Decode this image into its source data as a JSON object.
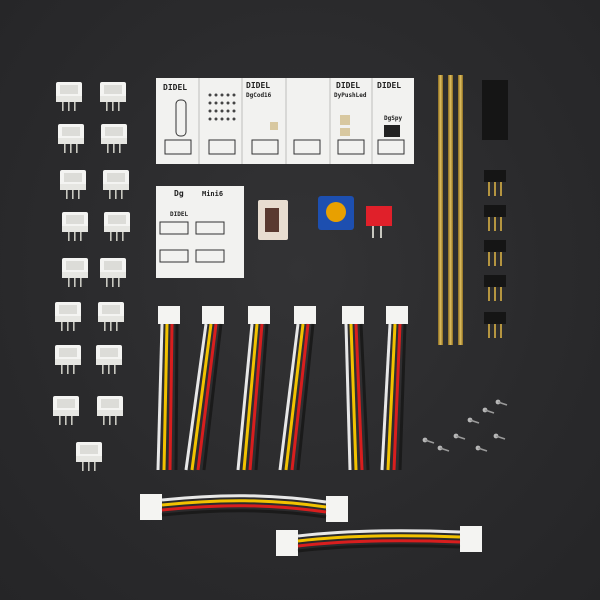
{
  "photo": {
    "background_color": "#2b2b2d",
    "board_labels": {
      "b1": "DIDEL",
      "b3": "DIDEL",
      "b3_sub": "DgCod16",
      "b5": "DIDEL",
      "b5_sub": "DyPushLed",
      "b6": "DIDEL",
      "b6_sub": "DgSpy",
      "square_a": "Dg",
      "square_b": "Mini6",
      "square_side": "DIDEL",
      "square_small": "DIDEL"
    },
    "wire_colors": [
      "#e8e8e8",
      "#f2c200",
      "#d81e1e",
      "#1a1a1a"
    ],
    "icons": [
      "jst-connector-icon",
      "pcb-board-icon",
      "wire-harness-icon",
      "pin-header-icon",
      "screw-icon",
      "slide-switch-icon",
      "rotary-encoder-icon",
      "dip-switch-icon"
    ]
  }
}
